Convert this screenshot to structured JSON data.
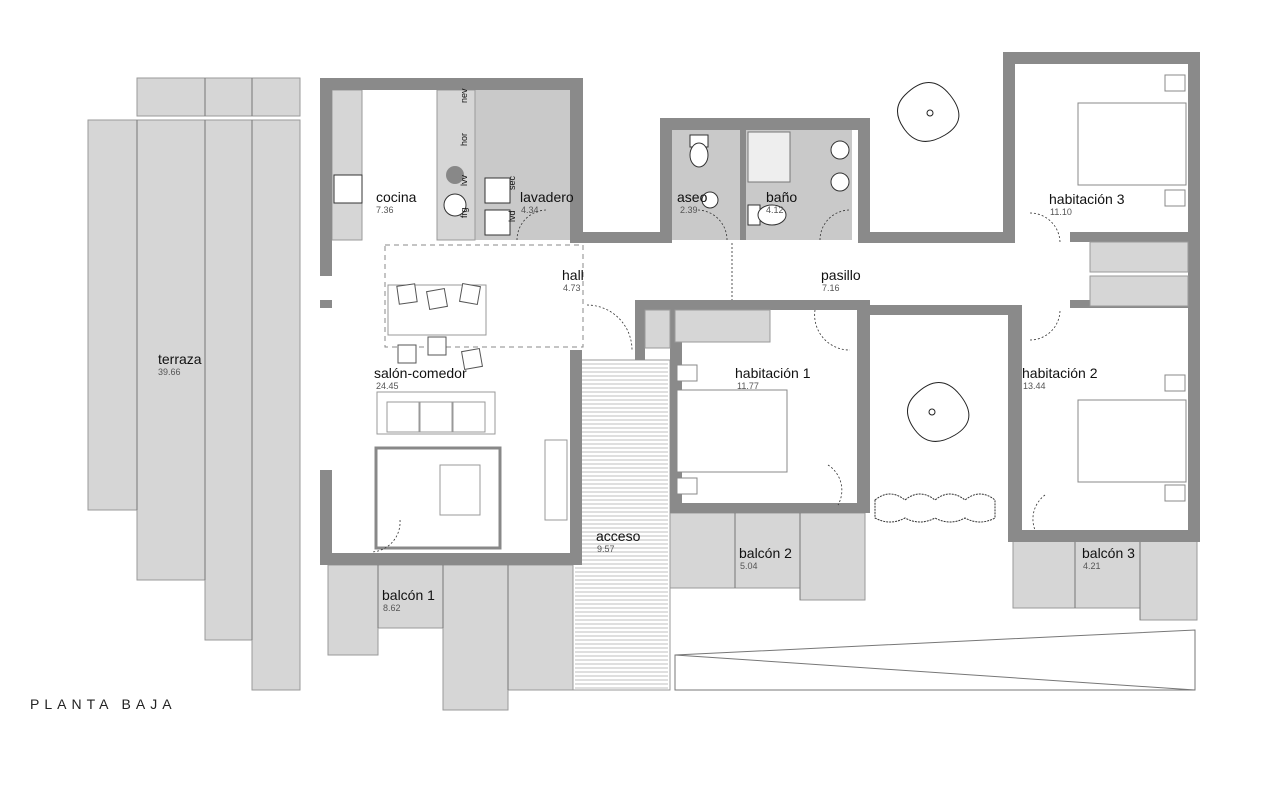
{
  "plan": {
    "title": "PLANTA BAJA",
    "rooms": {
      "terraza": {
        "name": "terraza",
        "area": "39.66"
      },
      "cocina": {
        "name": "cocina",
        "area": "7.36"
      },
      "lavadero": {
        "name": "lavadero",
        "area": "4.34"
      },
      "aseo": {
        "name": "aseo",
        "area": "2.39"
      },
      "bano": {
        "name": "baño",
        "area": "4.12"
      },
      "hall": {
        "name": "hall",
        "area": "4.73"
      },
      "pasillo": {
        "name": "pasillo",
        "area": "7.16"
      },
      "habitacion3": {
        "name": "habitación 3",
        "area": "11.10"
      },
      "habitacion1": {
        "name": "habitación 1",
        "area": "11.77"
      },
      "habitacion2": {
        "name": "habitación 2",
        "area": "13.44"
      },
      "salon": {
        "name": "salón-comedor",
        "area": "24.45"
      },
      "acceso": {
        "name": "acceso",
        "area": "9.57"
      },
      "balcon1": {
        "name": "balcón 1",
        "area": "8.62"
      },
      "balcon2": {
        "name": "balcón 2",
        "area": "5.04"
      },
      "balcon3": {
        "name": "balcón 3",
        "area": "4.21"
      }
    },
    "appliances": {
      "nev": "nev",
      "hor": "hor",
      "lvv": "lvv",
      "frg": "frg",
      "sec": "sec",
      "lvd": "lvd"
    }
  }
}
